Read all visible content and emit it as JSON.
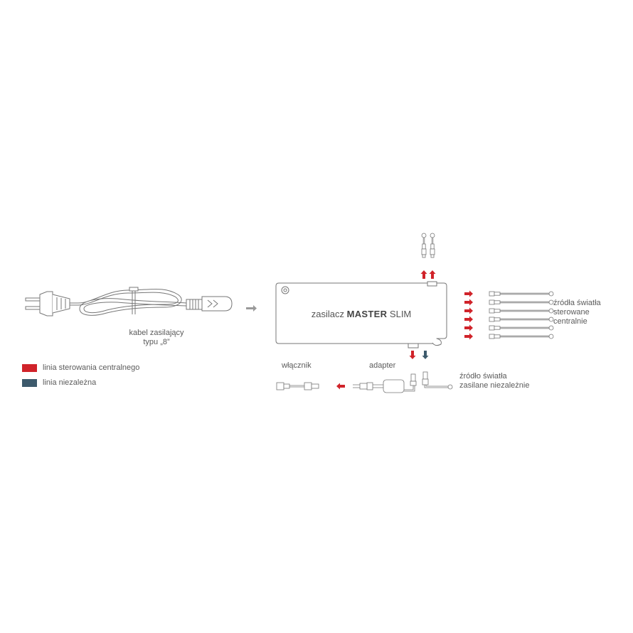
{
  "power_cable": {
    "label_line1": "kabel zasilający",
    "label_line2": "typu „8”"
  },
  "legend": {
    "items": [
      {
        "label": "linia sterowania centralnego",
        "color": "#d0232a"
      },
      {
        "label": "linia niezależna",
        "color": "#3d5a6c"
      }
    ]
  },
  "power_supply": {
    "prefix": "zasilacz",
    "model": "MASTER",
    "variant": "SLIM"
  },
  "switch": {
    "label": "włącznik"
  },
  "adapter": {
    "label": "adapter"
  },
  "central_sources": {
    "line1": "źródła światła",
    "line2": "sterowane",
    "line3": "centralnie"
  },
  "independent_source": {
    "line1": "źródło światła",
    "line2": "zasilane niezależnie"
  },
  "colors": {
    "control_line": "#d0232a",
    "independent_line": "#3d5a6c",
    "flow_arrow": "#9a9a9a",
    "drawing_stroke": "#777777"
  }
}
